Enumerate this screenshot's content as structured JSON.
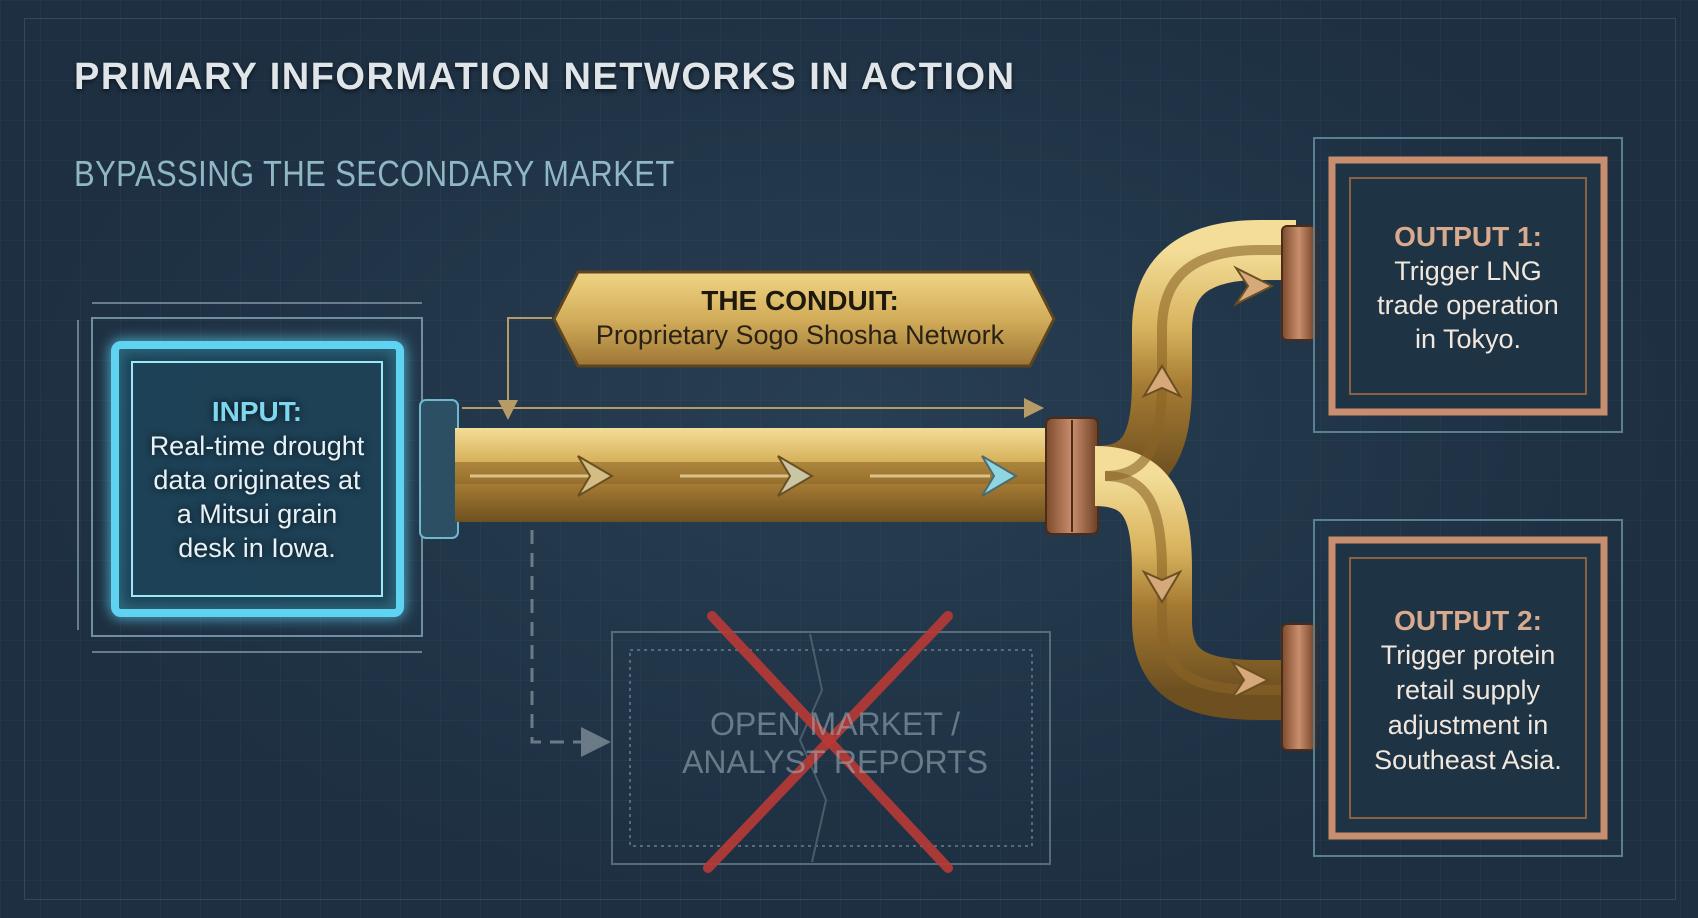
{
  "header": {
    "title": "PRIMARY INFORMATION NETWORKS IN ACTION",
    "subtitle": "BYPASSING THE SECONDARY MARKET"
  },
  "conduit": {
    "heading": "THE CONDUIT:",
    "text": "Proprietary Sogo Shosha Network"
  },
  "input": {
    "heading": "INPUT:",
    "lines": [
      "Real-time drought",
      "data originates at",
      "a Mitsui grain",
      "desk in Iowa."
    ]
  },
  "outputs": [
    {
      "heading": "OUTPUT 1:",
      "lines": [
        "Trigger LNG",
        "trade operation",
        "in Tokyo."
      ]
    },
    {
      "heading": "OUTPUT 2:",
      "lines": [
        "Trigger protein",
        "retail supply",
        "adjustment in",
        "Southeast Asia."
      ]
    }
  ],
  "open_market": {
    "lines": [
      "OPEN MARKET /",
      "ANALYST REPORTS"
    ],
    "status": "crossed-out"
  },
  "colors": {
    "background": "#1d2f41",
    "input_glow": "#5fd3f2",
    "pipe_gold": "#d9b560",
    "output_copper": "#c98e6e",
    "cross_red": "#b83a36"
  }
}
